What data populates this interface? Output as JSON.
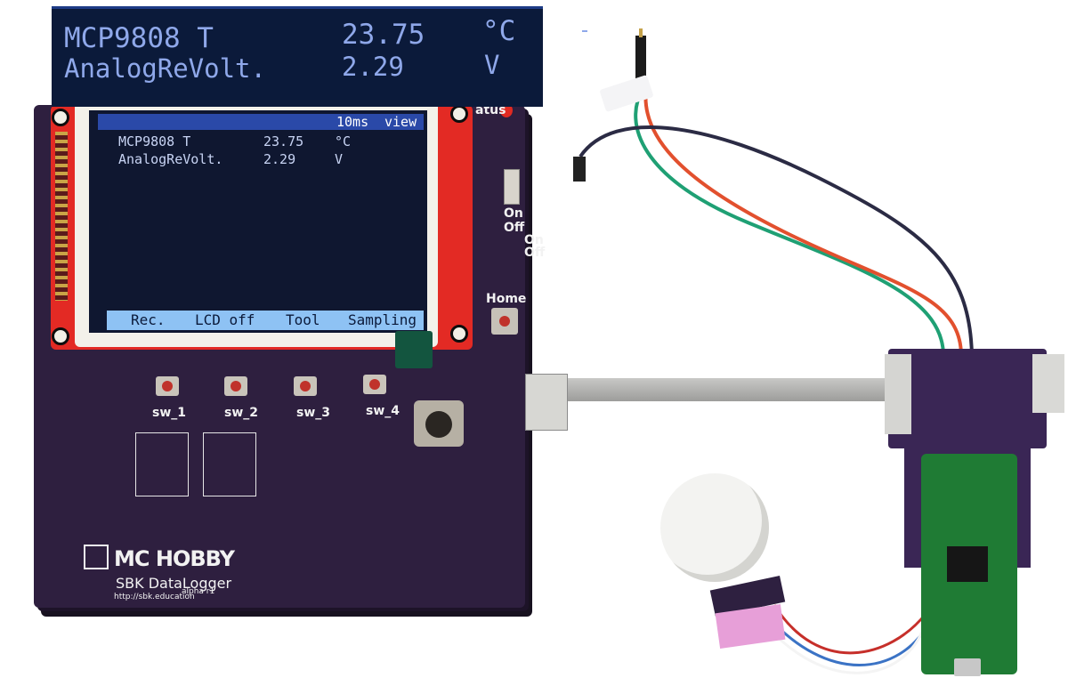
{
  "zoom_readout": {
    "row1": {
      "label": "MCP9808 T",
      "value": "23.75",
      "unit": "°C"
    },
    "row2": {
      "label": "AnalogReVolt.",
      "value": "2.29",
      "unit": "V"
    }
  },
  "lcd": {
    "status": {
      "interval": "10ms",
      "mode": "view"
    },
    "rows": [
      {
        "label": "MCP9808 T",
        "value": "23.75",
        "unit": "°C"
      },
      {
        "label": "AnalogReVolt.",
        "value": "2.29",
        "unit": "V"
      }
    ],
    "menu": [
      "Rec.",
      "LCD off",
      "Tool",
      "Sampling"
    ]
  },
  "board_silk": {
    "switches": [
      "sw_1",
      "sw_2",
      "sw_3",
      "sw_4"
    ],
    "home": "Home",
    "status": "atus",
    "on": "On",
    "off": "Off",
    "on2": "On",
    "off2": "Off",
    "brand": "MC HOBBY",
    "product": "SBK DataLogger",
    "url": "http://sbk.education",
    "revision": "alpha r1"
  },
  "colors": {
    "lcd_bg": "#0f1730",
    "lcd_menu_bar": "#8ec2f4",
    "board_purple": "#2e1f3f",
    "tft_red": "#e32a24"
  }
}
